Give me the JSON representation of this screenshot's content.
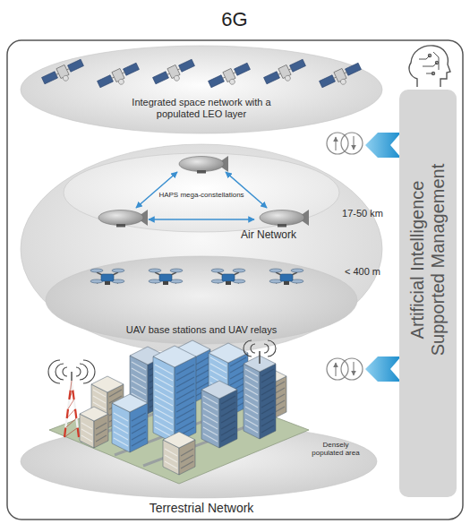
{
  "diagram": {
    "title": "6G",
    "nodes": [
      {
        "text": [
          "Integrated space network with a populated LEO layer"
        ]
      },
      {
        "text": [
          "Air Network"
        ]
      },
      {
        "text": [
          "HAPS mega-constellations"
        ],
        "in": 1
      },
      {
        "text": [
          "UAV base stations and UAV relays"
        ],
        "in": 1
      },
      {
        "text": [
          "Densely populated area"
        ]
      },
      {
        "text": [
          "Artificial Intelligence Supported Management"
        ]
      }
    ],
    "labels": [
      "17-50 km",
      "< 400 m",
      "Terrestrial Network"
    ]
  }
}
